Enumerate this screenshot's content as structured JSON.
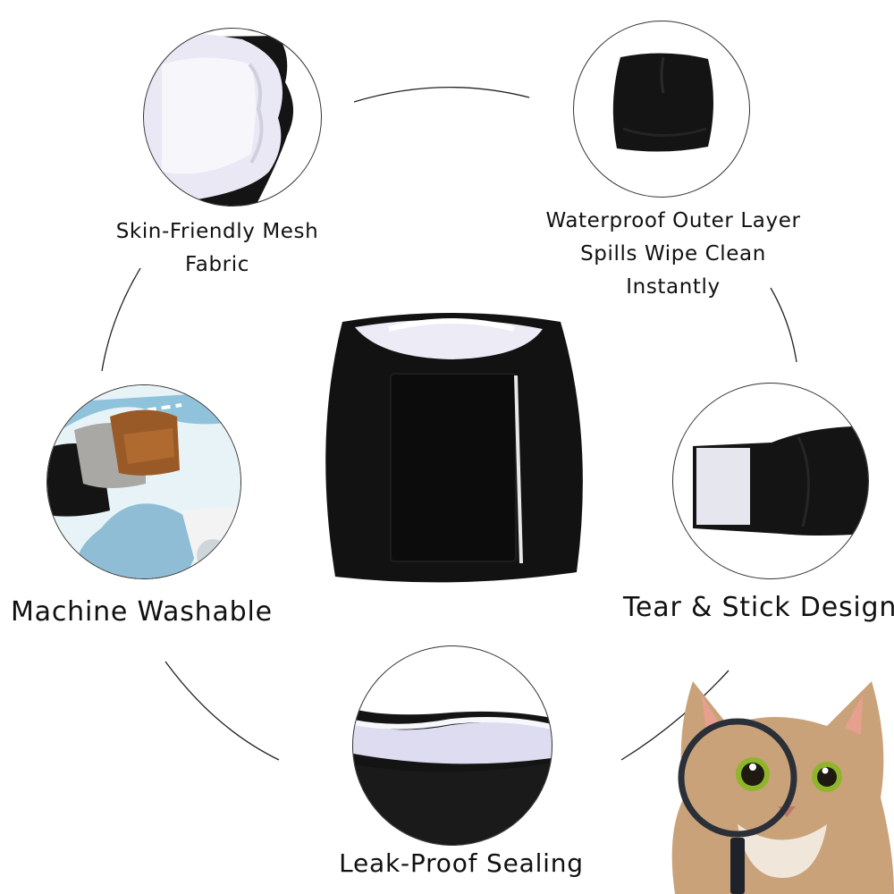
{
  "features": [
    {
      "id": "mesh",
      "lines": [
        "Skin-Friendly Mesh",
        "Fabric"
      ],
      "icon": "white-mesh-lining-image"
    },
    {
      "id": "waterproof",
      "lines": [
        "Waterproof Outer Layer",
        "Spills Wipe Clean",
        "Instantly"
      ],
      "icon": "black-waterproof-wrap-image"
    },
    {
      "id": "washable",
      "lines": [
        "Machine Washable"
      ],
      "icon": "washing-machine-wave-image"
    },
    {
      "id": "tear-stick",
      "lines": [
        "Tear & Stick Design"
      ],
      "icon": "velcro-strap-image"
    },
    {
      "id": "leak-proof",
      "lines": [
        "Leak-Proof Sealing"
      ],
      "icon": "elastic-edge-image"
    }
  ],
  "center_product": {
    "name": "black-belly-band-wrap",
    "icon": "belly-band-product-image"
  },
  "mascot": {
    "icon": "cat-with-magnifying-glass-image"
  },
  "colors": {
    "background": "#ffffff",
    "text": "#111111",
    "fabric_black": "#141414",
    "lining_white": "#eceaf5",
    "velcro": "#e6e6ee",
    "water_blue": "#8fc3dc",
    "brown_wrap": "#9a5a28",
    "gray_wrap": "#a9a8a4",
    "cat_fur": "#c9a27a",
    "cat_eye": "#8fb52a"
  }
}
